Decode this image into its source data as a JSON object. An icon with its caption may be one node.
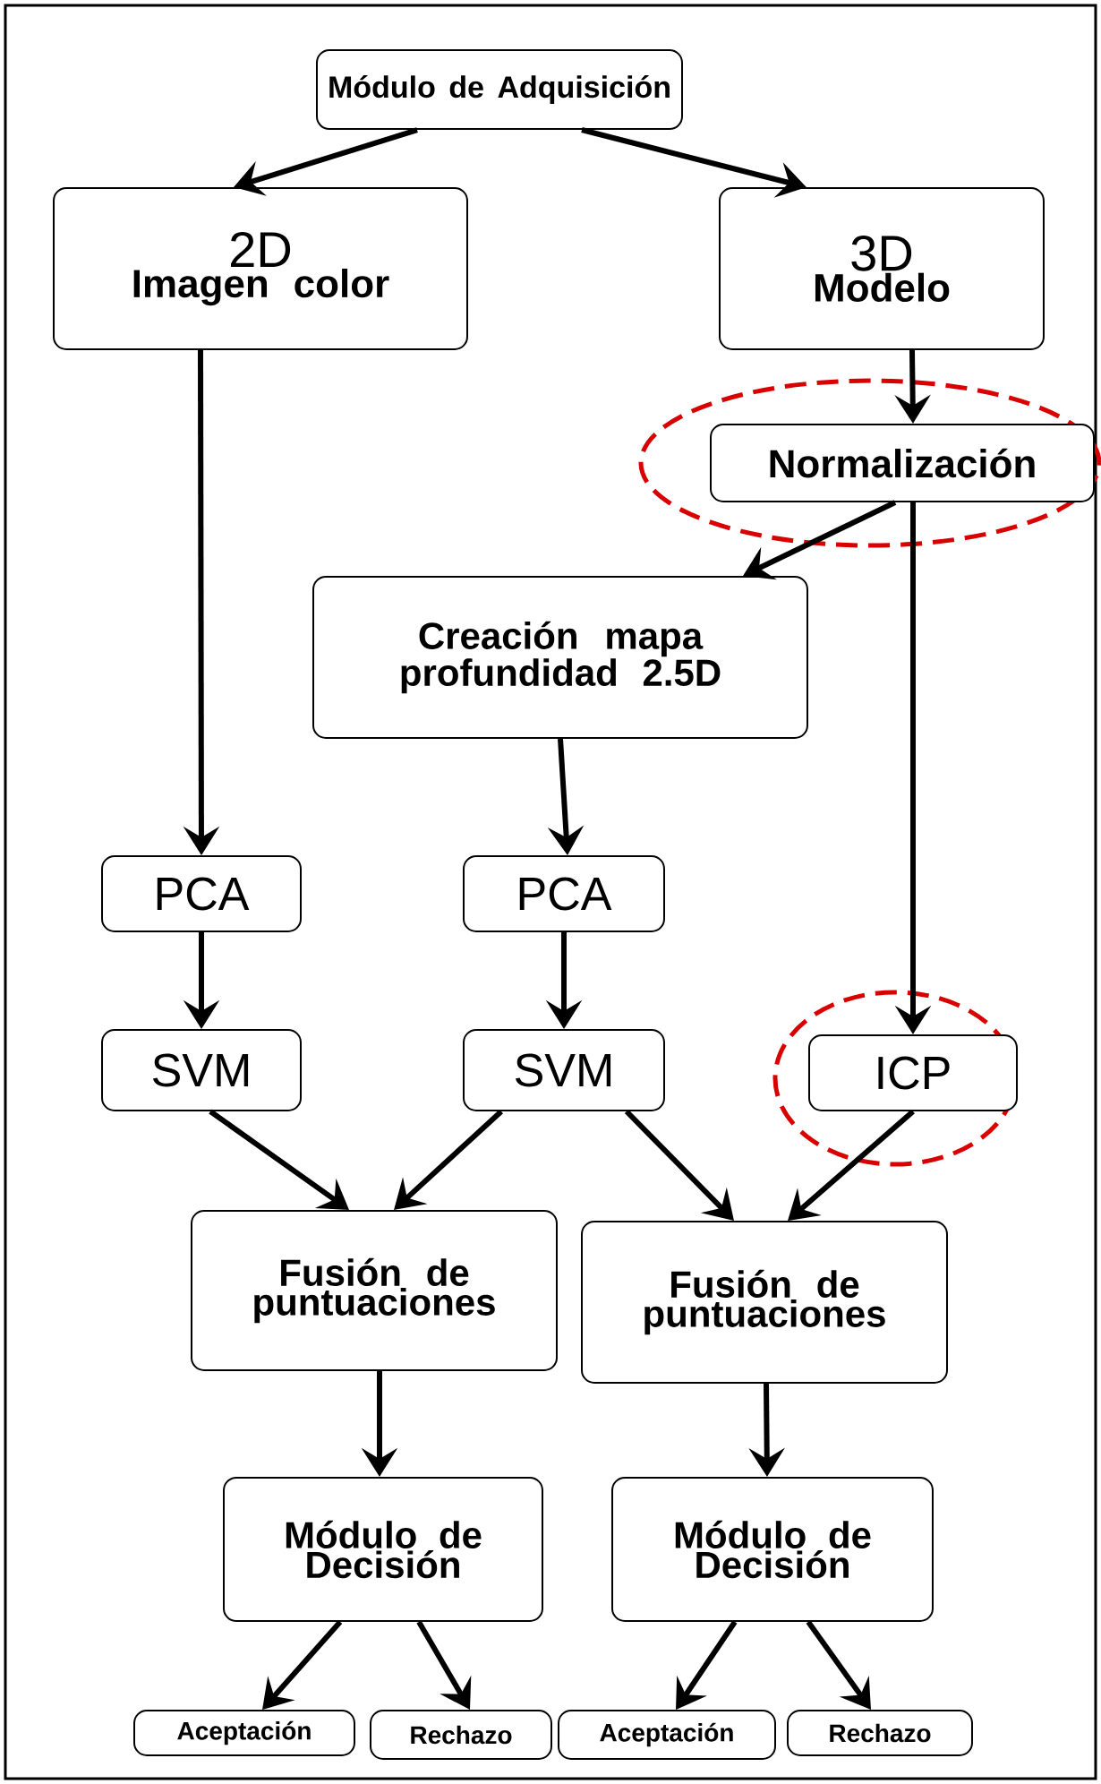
{
  "diagram": {
    "nodes": [
      {
        "text": [
          "Módulo de Adquisición"
        ]
      },
      {
        "text": [
          "2D",
          "Imagen color"
        ]
      },
      {
        "text": [
          "3D",
          "Modelo"
        ]
      },
      {
        "text": [
          "Normalización"
        ]
      },
      {
        "text": [
          "Creación mapa profundidad 2.5D"
        ]
      },
      {
        "text": [
          "PCA"
        ]
      },
      {
        "text": [
          "PCA"
        ]
      },
      {
        "text": [
          "SVM"
        ]
      },
      {
        "text": [
          "SVM"
        ]
      },
      {
        "text": [
          "ICP"
        ]
      },
      {
        "text": [
          "Fusión de puntuaciones"
        ]
      },
      {
        "text": [
          "Fusión de puntuaciones"
        ]
      },
      {
        "text": [
          "Módulo de Decisión"
        ]
      },
      {
        "text": [
          "Módulo de Decisión"
        ]
      },
      {
        "text": [
          "Aceptación"
        ]
      },
      {
        "text": [
          "Rechazo"
        ]
      },
      {
        "text": [
          "Aceptación"
        ]
      },
      {
        "text": [
          "Rechazo"
        ]
      }
    ],
    "edges": [
      {
        "from": 0,
        "to": 1,
        "arrow": "to"
      },
      {
        "from": 0,
        "to": 2,
        "arrow": "to"
      },
      {
        "from": 2,
        "to": 3,
        "arrow": "to"
      },
      {
        "from": 3,
        "to": 4,
        "arrow": "to"
      },
      {
        "from": 3,
        "to": 9,
        "arrow": "to"
      },
      {
        "from": 1,
        "to": 5,
        "arrow": "to"
      },
      {
        "from": 4,
        "to": 6,
        "arrow": "to"
      },
      {
        "from": 5,
        "to": 7,
        "arrow": "to"
      },
      {
        "from": 6,
        "to": 8,
        "arrow": "to"
      },
      {
        "from": 7,
        "to": 10,
        "arrow": "to"
      },
      {
        "from": 8,
        "to": 10,
        "arrow": "to"
      },
      {
        "from": 8,
        "to": 11,
        "arrow": "to"
      },
      {
        "from": 9,
        "to": 11,
        "arrow": "to"
      },
      {
        "from": 10,
        "to": 12,
        "arrow": "to"
      },
      {
        "from": 11,
        "to": 13,
        "arrow": "to"
      },
      {
        "from": 12,
        "to": 14,
        "arrow": "to"
      },
      {
        "from": 12,
        "to": 15,
        "arrow": "to"
      },
      {
        "from": 13,
        "to": 16,
        "arrow": "to"
      },
      {
        "from": 13,
        "to": 17,
        "arrow": "to"
      }
    ]
  }
}
